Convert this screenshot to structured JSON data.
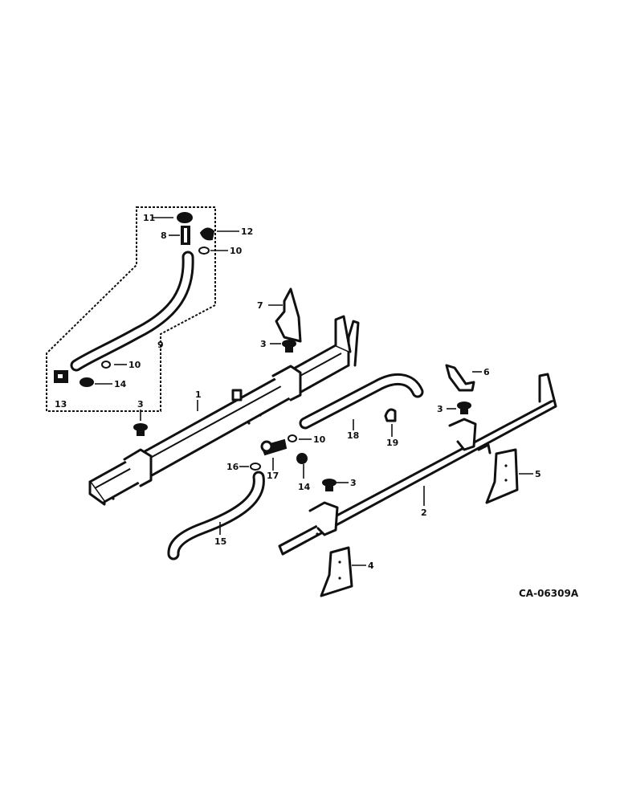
{
  "diagram_code": "CA-06309A",
  "callouts": {
    "c1": "1",
    "c2": "2",
    "c3a": "3",
    "c3b": "3",
    "c3c": "3",
    "c3d": "3",
    "c4": "4",
    "c5": "5",
    "c6": "6",
    "c7": "7",
    "c8": "8",
    "c9": "9",
    "c10a": "10",
    "c10b": "10",
    "c10c": "10",
    "c11": "11",
    "c12": "12",
    "c13": "13",
    "c14a": "14",
    "c14b": "14",
    "c15": "15",
    "c16": "16",
    "c17": "17",
    "c18": "18",
    "c19": "19"
  }
}
